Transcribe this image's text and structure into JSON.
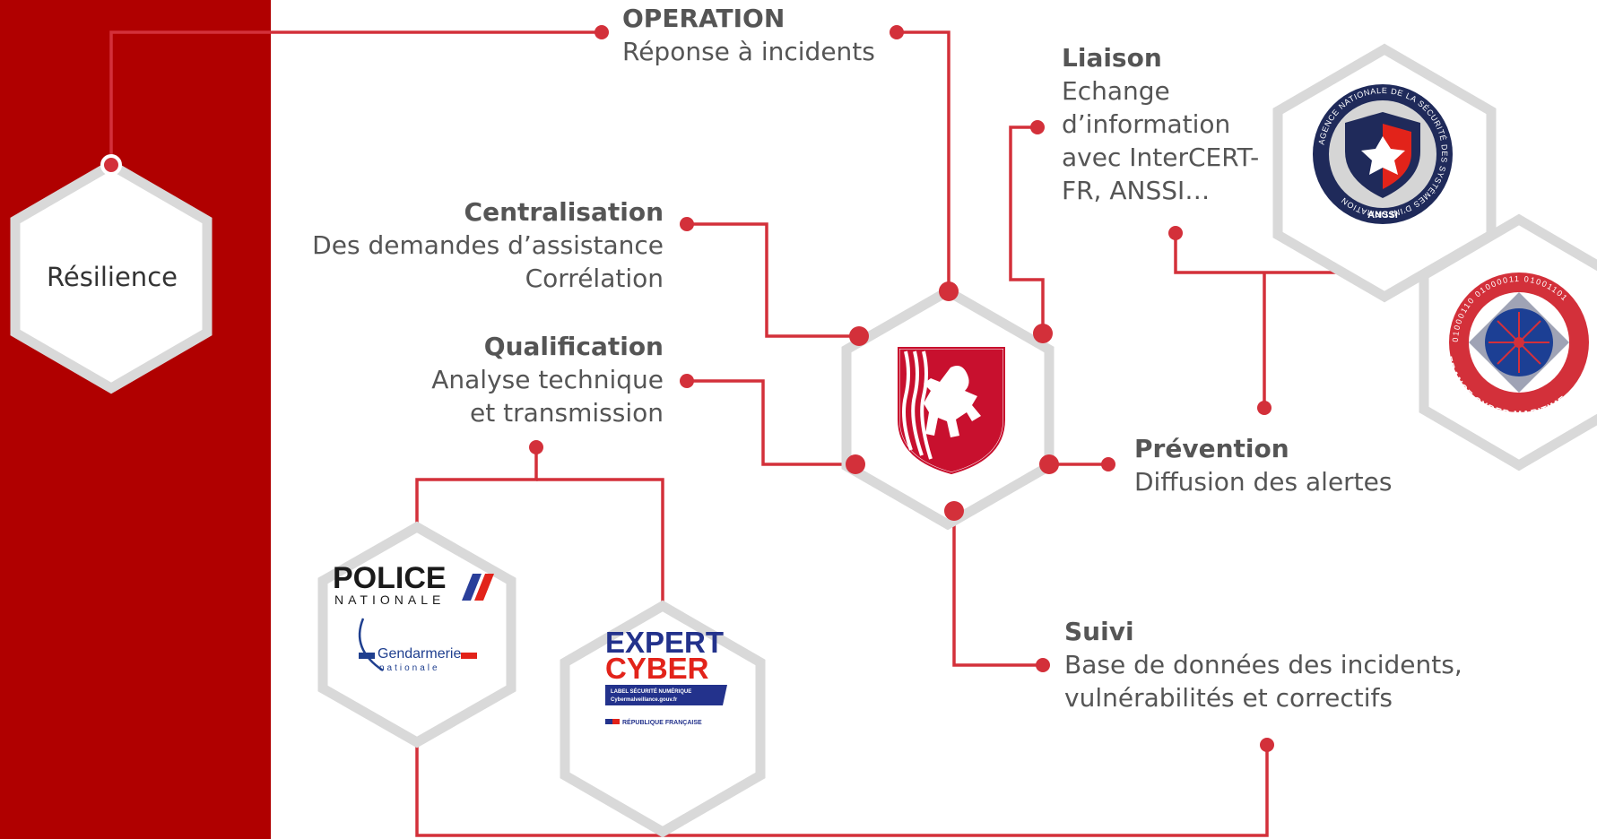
{
  "colors": {
    "accent": "#d3303a",
    "band": "#b00000",
    "hex_stroke": "#d9d9d9",
    "text": "#555555"
  },
  "resilience": {
    "label": "Résilience"
  },
  "nodes": {
    "operation": {
      "title": "OPERATION",
      "body": "Réponse à incidents"
    },
    "liaison": {
      "title": "Liaison",
      "body": "Echange\nd’information\navec InterCERT-\nFR, ANSSI…"
    },
    "centralisation": {
      "title": "Centralisation",
      "body": "Des demandes d’assistance\nCorrélation"
    },
    "qualification": {
      "title": "Qualification",
      "body": "Analyse technique\net transmission"
    },
    "prevention": {
      "title": "Prévention",
      "body": "Diffusion des alertes"
    },
    "suivi": {
      "title": "Suivi",
      "body": "Base de données des incidents,\nvulnérabilités et correctifs"
    }
  },
  "logos": {
    "center": {
      "name": "shield-logo"
    },
    "police": {
      "line1": "POLICE",
      "line2": "NATIONALE",
      "line3": "Gendarmerie",
      "line4": "nationale"
    },
    "expert": {
      "line1": "EXPERT",
      "line2": "CYBER",
      "band1": "LABEL SÉCURITÉ NUMÉRIQUE",
      "band2": "Cybermalveillance.gouv.fr",
      "footer": "RÉPUBLIQUE FRANÇAISE"
    },
    "anssi": {
      "ring": "AGENCE NATIONALE DE LA SÉCURITÉ DES SYSTÈMES D'INFORMATION",
      "bottom": "ANSSI"
    },
    "fcm": {
      "ring_top": "01000110 01000011 01001101",
      "ring_bottom": "FRANCE CYBER MARITIME"
    }
  }
}
